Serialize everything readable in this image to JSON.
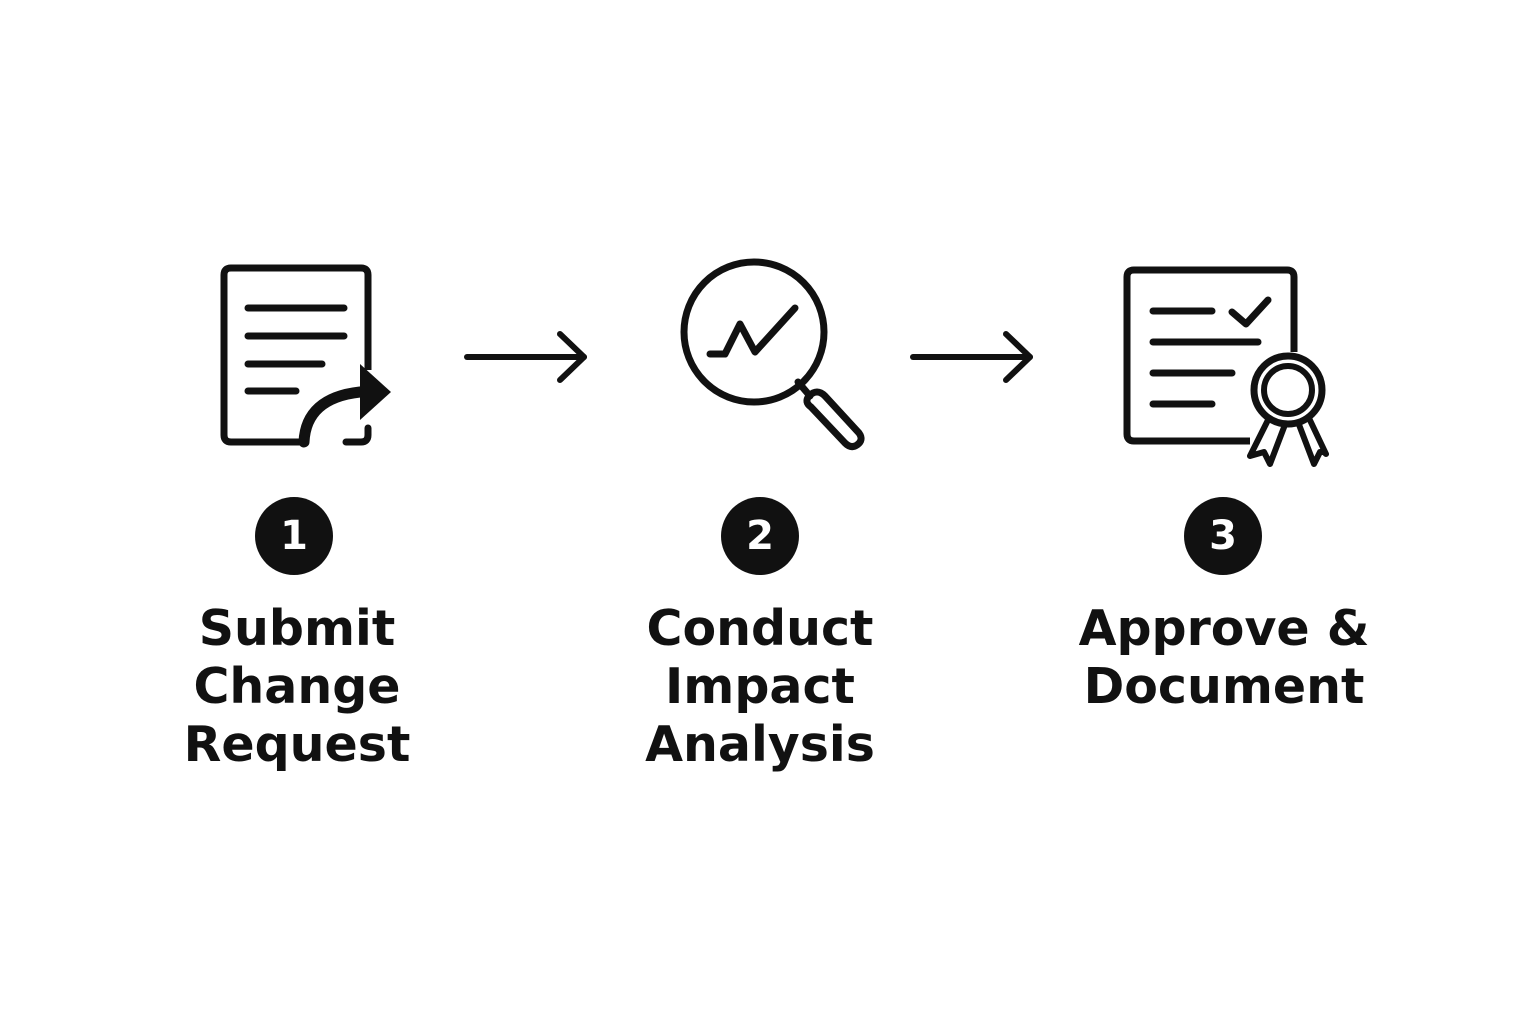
{
  "steps": [
    {
      "number": "1",
      "label_lines": [
        "Submit",
        "Change",
        "Request"
      ],
      "icon": "document-share-icon"
    },
    {
      "number": "2",
      "label_lines": [
        "Conduct",
        "Impact",
        "Analysis"
      ],
      "icon": "magnifier-chart-icon"
    },
    {
      "number": "3",
      "label_lines": [
        "Approve &",
        "Document"
      ],
      "icon": "certificate-award-icon"
    }
  ],
  "connectors": [
    "arrow-right-icon",
    "arrow-right-icon"
  ],
  "colors": {
    "ink": "#111111",
    "background": "#ffffff",
    "badge_text": "#ffffff"
  }
}
